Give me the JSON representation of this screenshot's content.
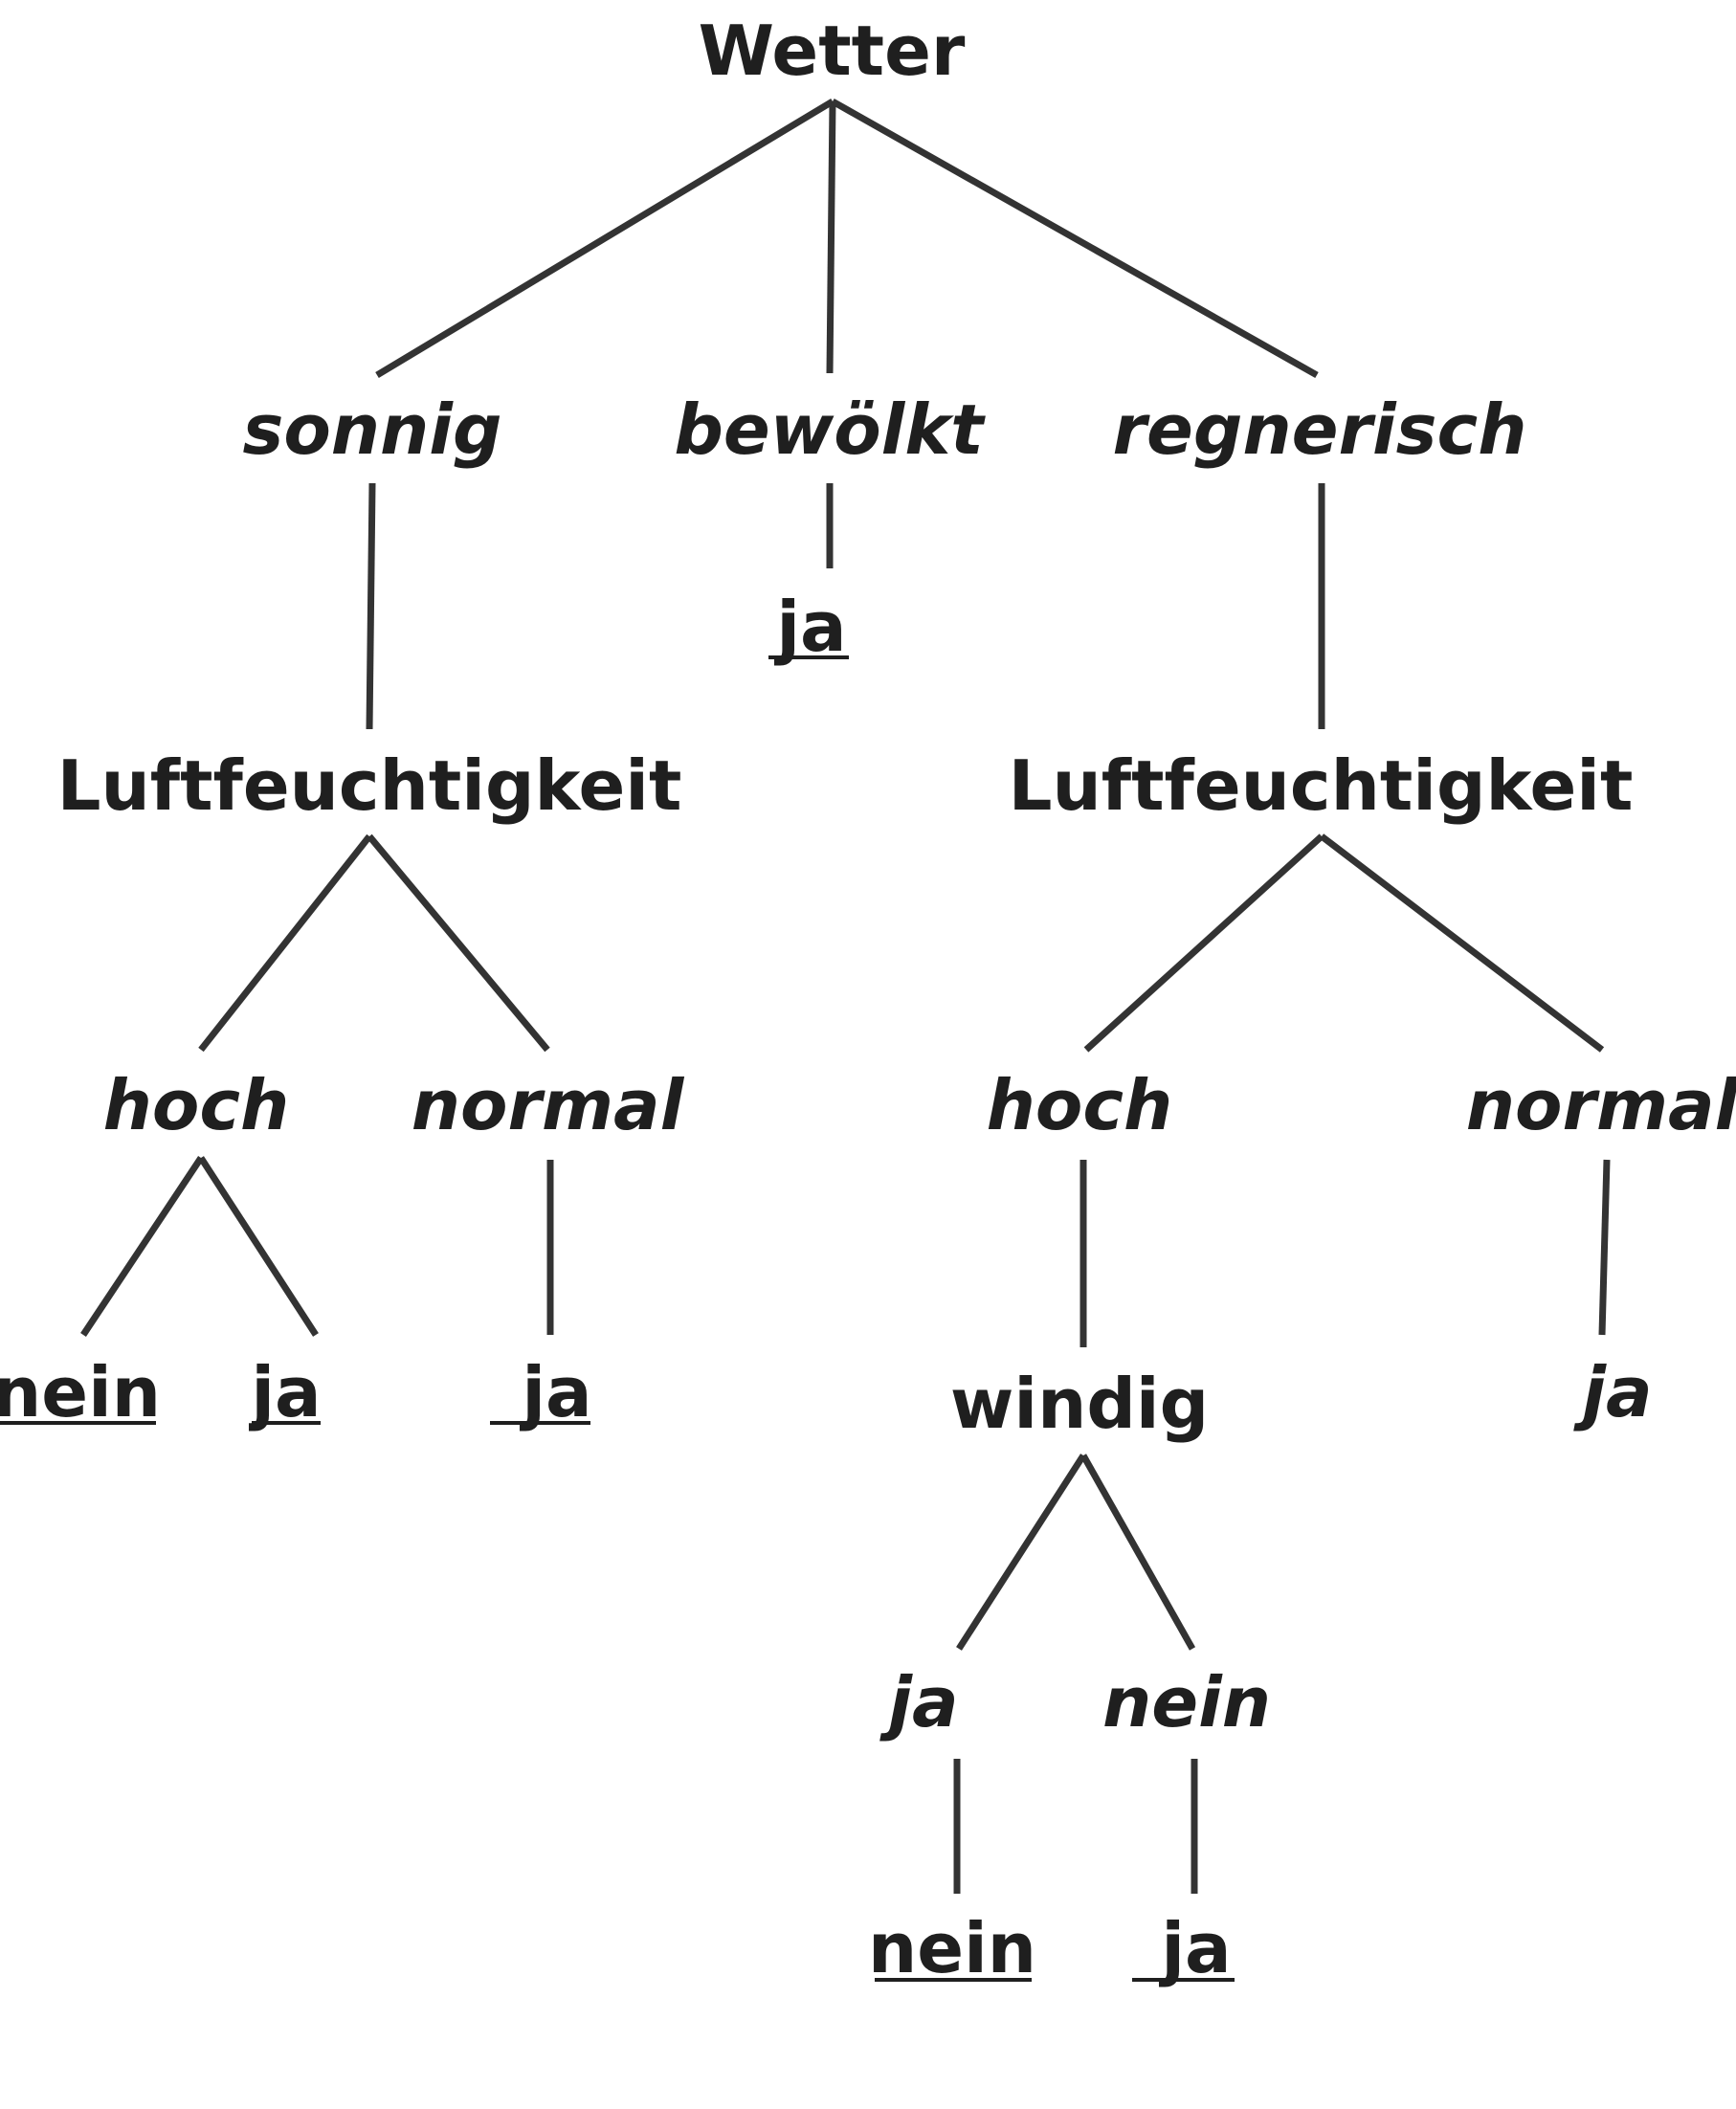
{
  "colors": {
    "line": "#333333",
    "text": "#1f1f1f",
    "background": "#ffffff"
  },
  "tree": {
    "root": {
      "label": "Wetter"
    },
    "branches": [
      {
        "edge_label": "sonnig",
        "node": {
          "label": "Luftfeuchtigkeit"
        },
        "branches": [
          {
            "edge_label": "hoch",
            "leaves": [
              "nein",
              "ja"
            ]
          },
          {
            "edge_label": "normal",
            "leaf": "ja"
          }
        ]
      },
      {
        "edge_label": "bewölkt",
        "leaf": "ja"
      },
      {
        "edge_label": "regnerisch",
        "node": {
          "label": "Luftfeuchtigkeit"
        },
        "branches": [
          {
            "edge_label": "hoch",
            "node": {
              "label": "windig"
            },
            "branches": [
              {
                "edge_label": "ja",
                "leaf": "nein"
              },
              {
                "edge_label": "nein",
                "leaf": "ja"
              }
            ]
          },
          {
            "edge_label": "normal",
            "leaf": "ja"
          }
        ]
      }
    ]
  }
}
